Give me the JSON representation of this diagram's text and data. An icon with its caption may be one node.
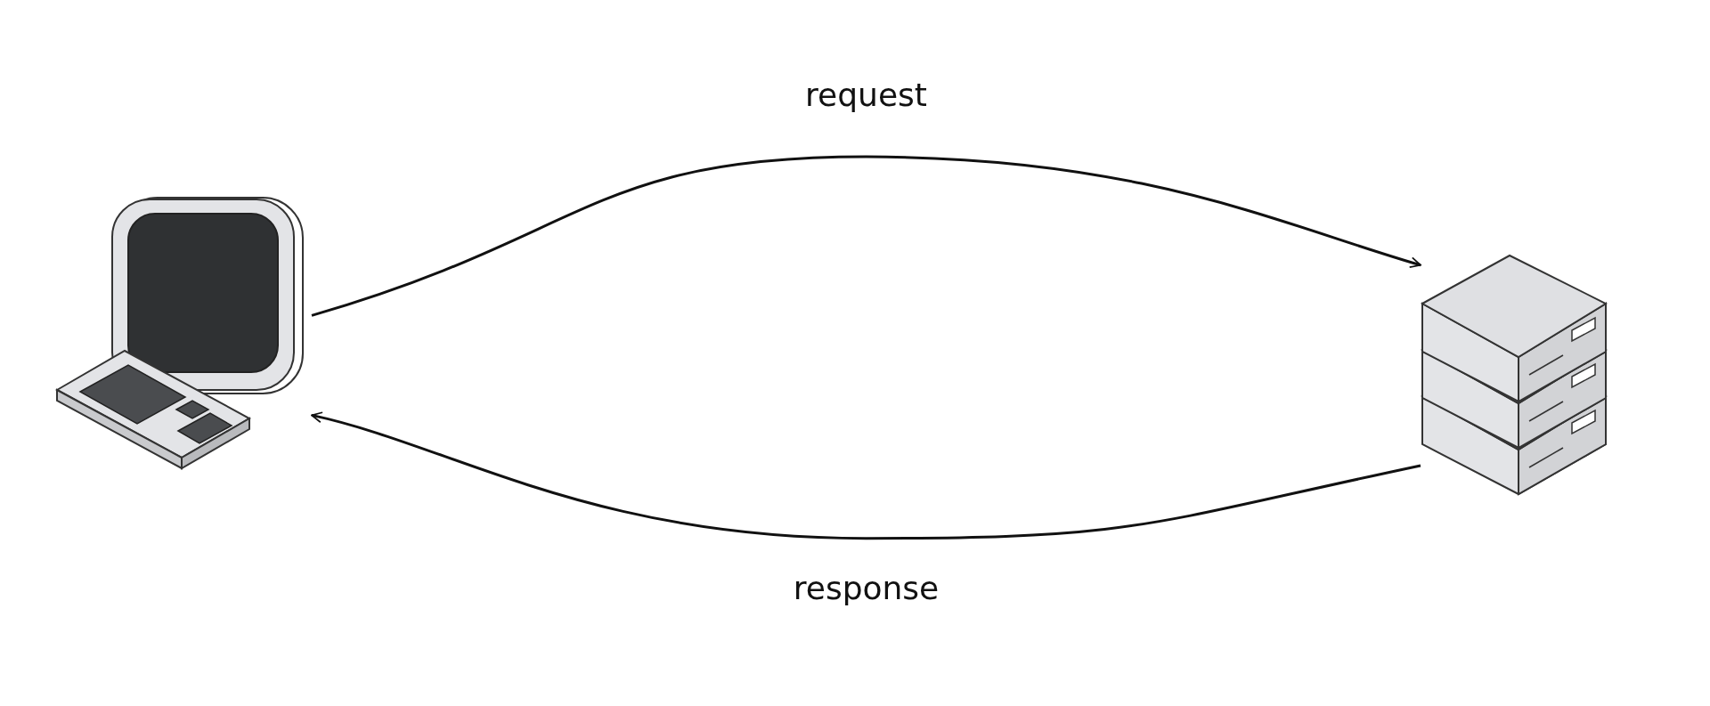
{
  "diagram": {
    "nodes": [
      {
        "text": [],
        "shape": "picture"
      },
      {
        "text": [],
        "shape": "picture"
      }
    ],
    "edges": [
      {
        "from": 0,
        "to": 1,
        "arrow": "to",
        "label": "request"
      },
      {
        "from": 1,
        "to": 0,
        "arrow": "to",
        "label": "response"
      }
    ]
  }
}
